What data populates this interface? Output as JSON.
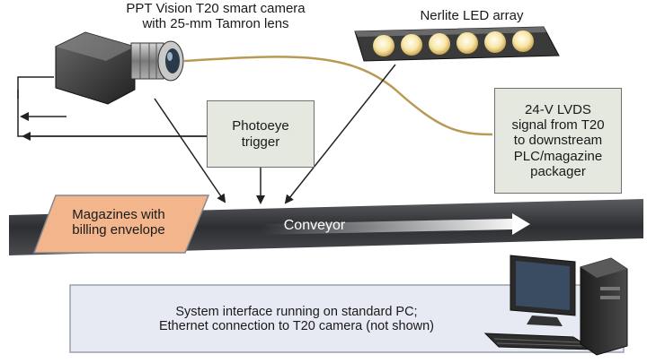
{
  "labels": {
    "camera": "PPT Vision T20  smart camera\nwith 25-mm Tamron lens",
    "led": "Nerlite LED array",
    "photoeye": "Photoeye\ntrigger",
    "lvds": "24-V LVDS\nsignal from T20\nto downstream\nPLC/magazine\npackager",
    "magazines": "Magazines with\nbilling envelope",
    "conveyor": "Conveyor",
    "pc": "System interface running on standard PC;\nEthernet connection to T20 camera (not shown)"
  },
  "colors": {
    "box_fill": "#e4e8de",
    "magazine_fill": "#f2b58c",
    "pc_fill": "#e7eaf3",
    "conveyor": "#3c3e42",
    "cable": "#b89a55",
    "led_bar": "#3a3a3a",
    "led_glow": "#f6e9b8"
  },
  "icons": [
    "smart-camera-icon",
    "led-array-icon",
    "pc-tower-icon",
    "monitor-icon",
    "keyboard-icon"
  ]
}
